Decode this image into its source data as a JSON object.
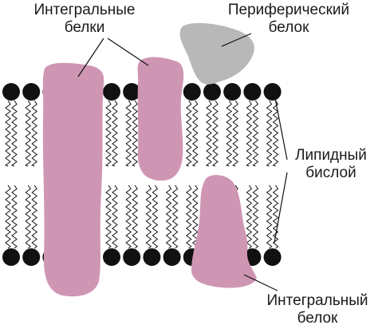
{
  "labels": {
    "integral_plural_line1": "Интегральные",
    "integral_plural_line2": "белки",
    "peripheral_line1": "Периферический",
    "peripheral_line2": "белок",
    "lipid_line1": "Липидный",
    "lipid_line2": "бислой",
    "integral_single_line1": "Интегральный",
    "integral_single_line2": "белок"
  },
  "colors": {
    "integral_protein": "#cf96b4",
    "peripheral_protein": "#b8b8b8",
    "lipid_head": "#111111",
    "lipid_tail": "#111111",
    "leader_line": "#111111",
    "text": "#1a1a1a"
  }
}
